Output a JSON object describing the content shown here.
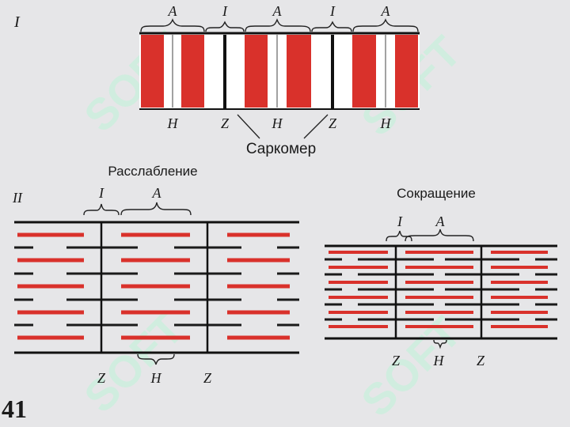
{
  "watermark": {
    "text": "SOFT",
    "glyph": "S-logo",
    "color": "#bdf0d2"
  },
  "colors": {
    "actin": "#1a1a1a",
    "myosin": "#d9312b",
    "frame": "#111111",
    "background": "#e6e6e8"
  },
  "panel1": {
    "roman": "I",
    "top_labels": [
      "A",
      "I",
      "A",
      "I",
      "A"
    ],
    "bottom_labels": [
      "H",
      "Z",
      "H",
      "Z",
      "H"
    ],
    "caption": "Саркомер"
  },
  "panel2": {
    "roman": "II",
    "left": {
      "title": "Расслабление",
      "top_labels": [
        "I",
        "A"
      ],
      "bottom_labels": [
        "Z",
        "H",
        "Z"
      ]
    },
    "right": {
      "title": "Сокращение",
      "top_labels": [
        "I",
        "A"
      ],
      "bottom_labels": [
        "Z",
        "H",
        "Z"
      ]
    }
  },
  "page_number": "41"
}
